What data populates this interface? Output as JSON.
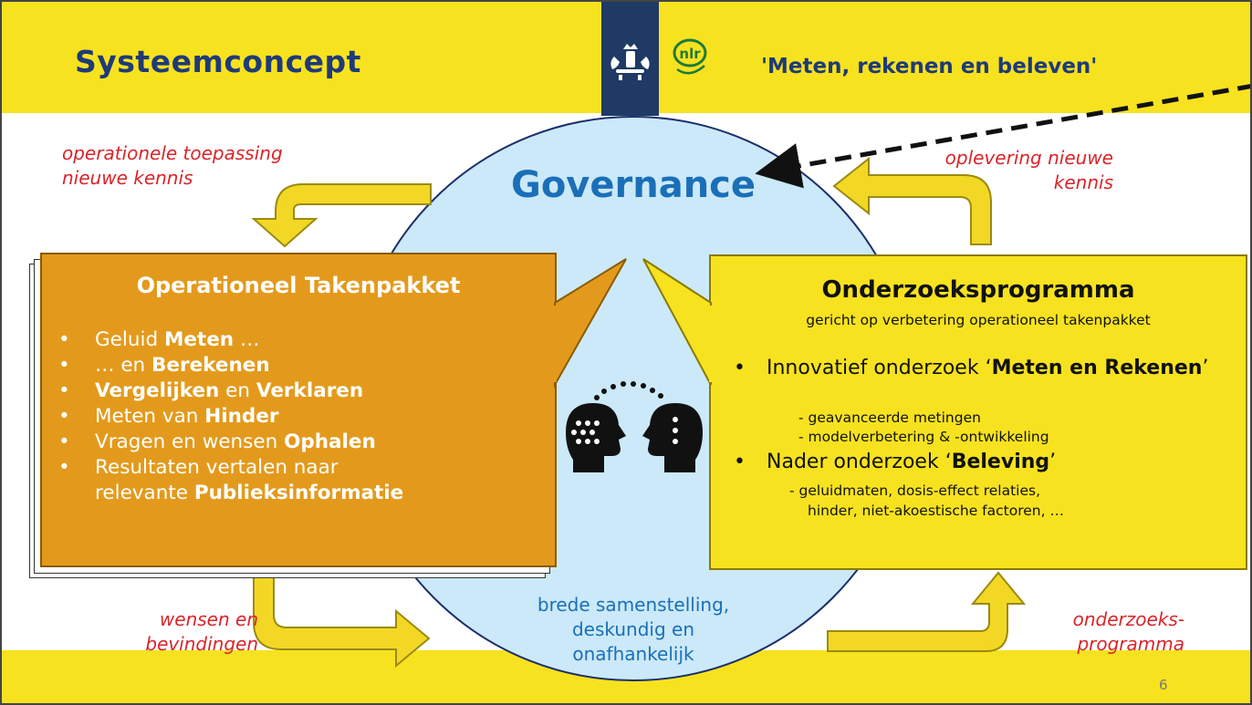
{
  "header": {
    "title": "Systeemconcept",
    "subtitle": "'Meten, rekenen en beleven'",
    "logo_nlr_text": "nlr"
  },
  "governance": {
    "title": "Governance",
    "note_line1": "brede samenstelling,",
    "note_line2": "deskundig en",
    "note_line3": "onafhankelijk"
  },
  "flow_labels": {
    "top_left_line1": "operationele toepassing",
    "top_left_line2": "nieuwe kennis",
    "top_right_line1": "oplevering nieuwe",
    "top_right_line2": "kennis",
    "bottom_left_line1": "wensen en",
    "bottom_left_line2": "bevindingen",
    "bottom_right_line1": "onderzoeks-",
    "bottom_right_line2": "programma"
  },
  "operational": {
    "heading": "Operationeel Takenpakket",
    "items": [
      {
        "a": "Geluid ",
        "b": "Meten",
        "c": " …"
      },
      {
        "a": "… en ",
        "b": "Berekenen",
        "c": ""
      },
      {
        "a": "",
        "b": "Vergelijken",
        "c": " en ",
        "d": "Verklaren"
      },
      {
        "a": "Meten van ",
        "b": "Hinder",
        "c": ""
      },
      {
        "a": "Vragen en wensen ",
        "b": "Ophalen",
        "c": ""
      },
      {
        "a": "Resultaten vertalen naar",
        "b": "",
        "c": ""
      },
      {
        "a": "relevante ",
        "b": "Publieksinformatie",
        "c": ""
      }
    ]
  },
  "research": {
    "heading": "Onderzoeksprogramma",
    "sub": "gericht op verbetering operationeel takenpakket",
    "b1_a": "Innovatief onderzoek ‘",
    "b1_b": "Meten en Rekenen",
    "b1_c": "’",
    "s1": "- geavanceerde metingen",
    "s2": "- modelverbetering & -ontwikkeling",
    "b2_a": "Nader onderzoek ‘",
    "b2_b": "Beleving",
    "b2_c": "’",
    "s3": "-  geluidmaten, dosis-effect relaties,",
    "s4": "hinder, niet-akoestische factoren, …"
  },
  "page_number": "6",
  "colors": {
    "yellow": "#f7e21f",
    "orange": "#e39a1c",
    "title_blue": "#1f3a78",
    "governance_blue": "#1a6fb8",
    "label_red": "#d9252a",
    "circle_fill": "#cbe9f8"
  },
  "icons": [
    "rijksoverheid-crest-icon",
    "nlr-logo-icon",
    "two-heads-icon"
  ]
}
